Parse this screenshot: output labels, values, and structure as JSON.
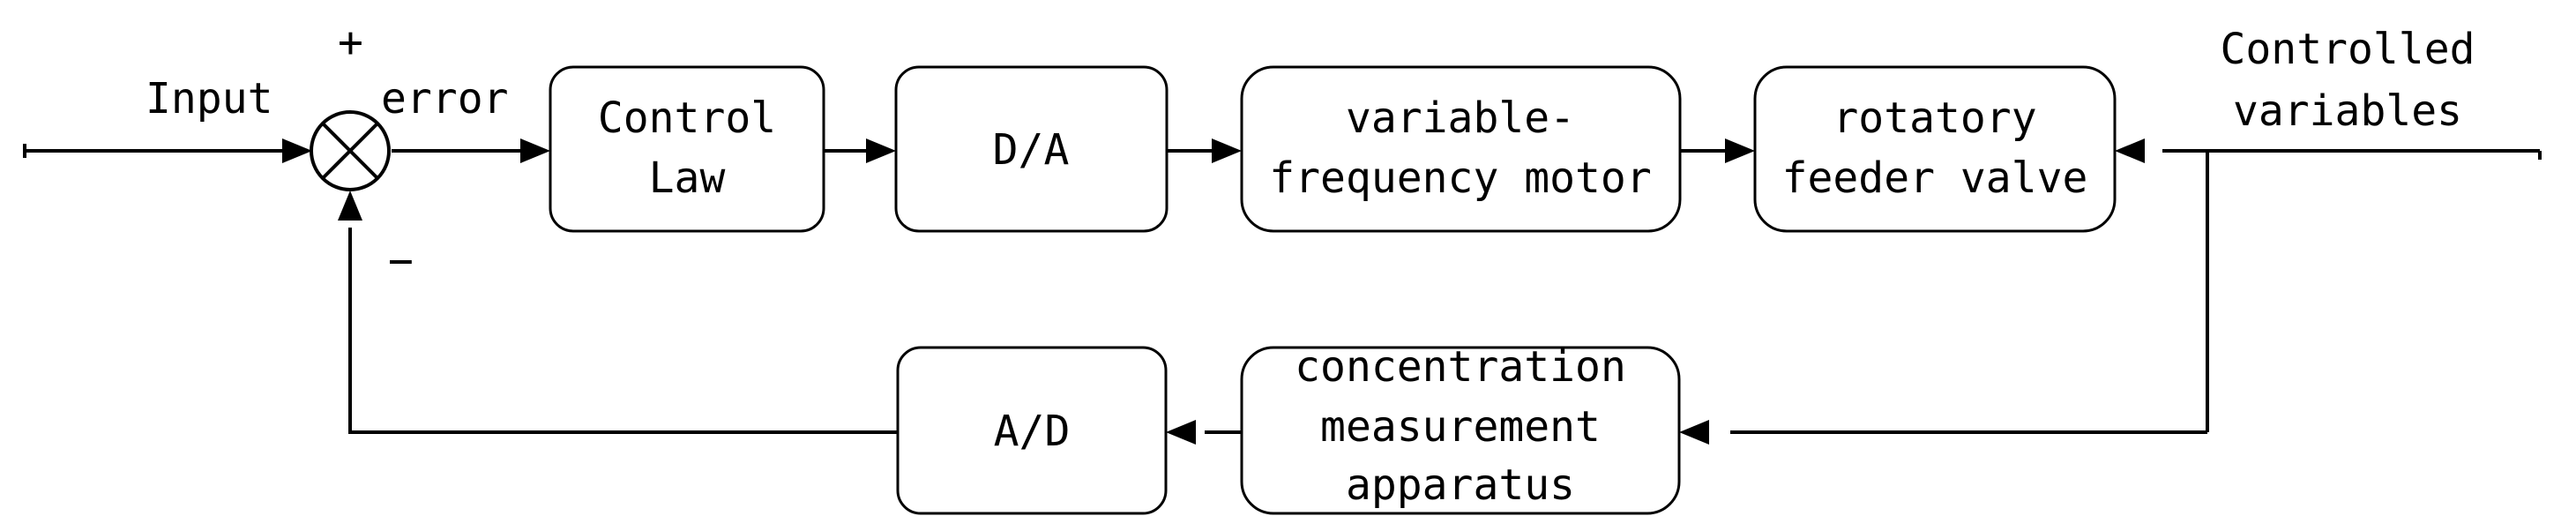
{
  "diagram": {
    "type": "block-diagram",
    "labels": {
      "input": "Input",
      "error": "error",
      "plus": "+",
      "minus": "−",
      "output_line1": "Controlled",
      "output_line2": "variables"
    },
    "blocks": {
      "control_law": [
        "Control",
        "Law"
      ],
      "d_a": [
        "D/A"
      ],
      "motor": [
        "variable-",
        "frequency motor"
      ],
      "valve": [
        "rotatory",
        "feeder valve"
      ],
      "a_d": [
        "A/D"
      ],
      "sensor": [
        "concentration",
        "measurement",
        "apparatus"
      ]
    },
    "flow": [
      "Input → summing junction (+)",
      "summing junction → error → Control Law",
      "Control Law → D/A",
      "D/A → variable-frequency motor",
      "variable-frequency motor → rotatory feeder valve",
      "Controlled variables → rotatory feeder valve",
      "Controlled variables → concentration measurement apparatus",
      "concentration measurement apparatus → A/D",
      "A/D → summing junction (−)"
    ]
  }
}
